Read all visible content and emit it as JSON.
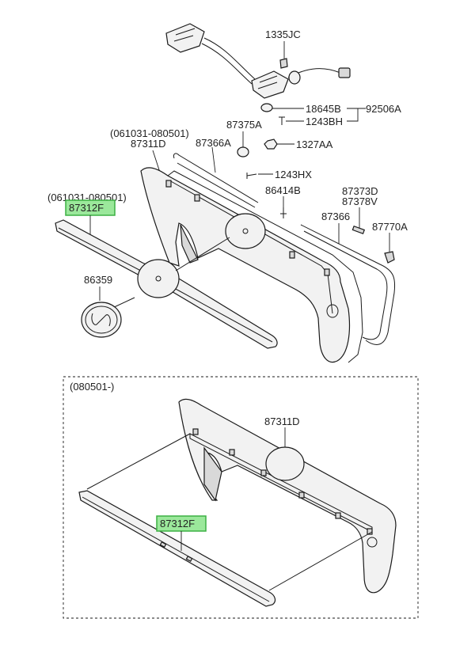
{
  "labels": {
    "p1335jc": "1335JC",
    "p18645b": "18645B",
    "p92506a": "92506A",
    "p1243bh": "1243BH",
    "p87375a": "87375A",
    "p1327aa": "1327AA",
    "date_top": "(061031-080501)",
    "p87311d_top": "87311D",
    "p87366a": "87366A",
    "p1243hx": "1243HX",
    "p86414b": "86414B",
    "p87373d": "87373D",
    "p87378v": "87378V",
    "p87366": "87366",
    "p87770a": "87770A",
    "date_left": "(061031-080501)",
    "p87312f_top": "87312F",
    "p86359": "86359",
    "section_date": "(080501-)",
    "p87311d_bottom": "87311D",
    "p87312f_bottom": "87312F"
  },
  "colors": {
    "highlight_fill": "#9be89b",
    "highlight_border": "#3cb043",
    "line": "#1a1a1a"
  },
  "icons": [
    "hyundai-emblem-icon",
    "license-lamp-icon",
    "screw-icon",
    "nut-icon",
    "clip-icon"
  ]
}
